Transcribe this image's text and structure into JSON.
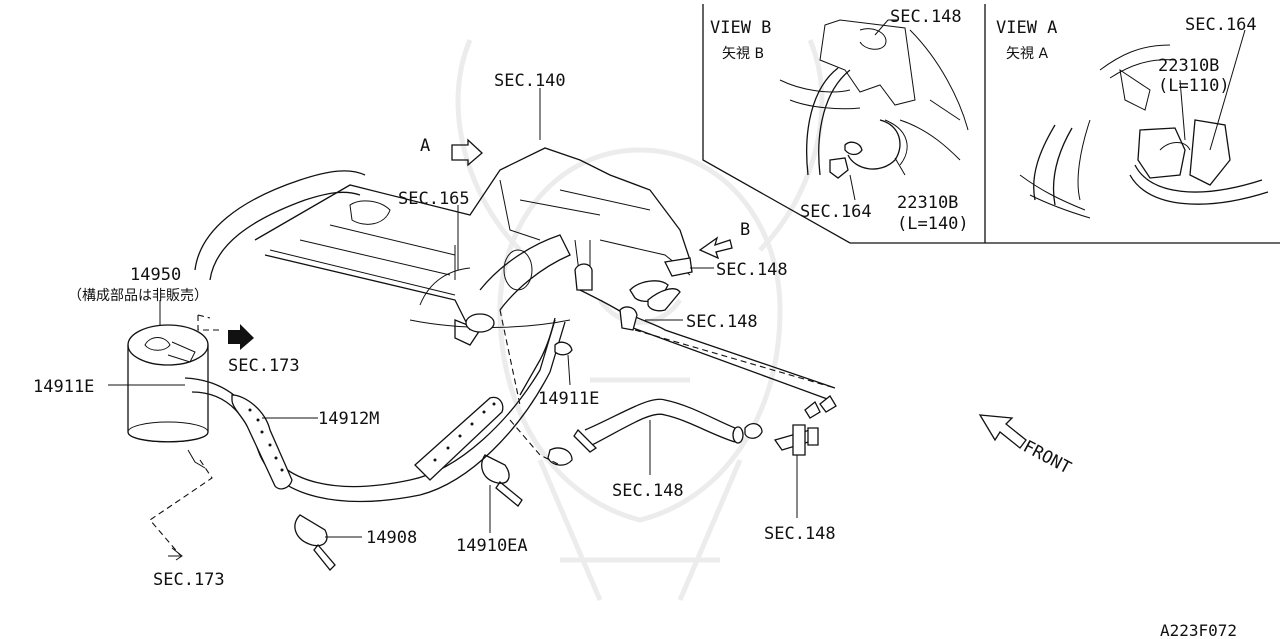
{
  "labels": {
    "sec140": "SEC.140",
    "sec165": "SEC.165",
    "view_a_marker": "A",
    "view_b_marker": "B",
    "sec148_top_right": "SEC.148",
    "sec148_mid_right": "SEC.148",
    "sec148_bottom_center": "SEC.148",
    "sec148_bottom_right": "SEC.148",
    "part_14950": "14950",
    "part_14950_note": "（構成部品は非販売）",
    "sec173_upper": "SEC.173",
    "sec173_lower": "SEC.173",
    "part_14911e_left": "14911E",
    "part_14911e_center": "14911E",
    "part_14912m": "14912M",
    "part_14908": "14908",
    "part_14910ea": "14910EA",
    "front": "FRONT",
    "drawing_number": "A223F072"
  },
  "view_b": {
    "title": "VIEW  B",
    "subtitle": "矢視  B",
    "sec148": "SEC.148",
    "sec164": "SEC.164",
    "part": "22310B",
    "length": "(L=140)"
  },
  "view_a": {
    "title": "VIEW  A",
    "subtitle": "矢視  A",
    "sec164": "SEC.164",
    "part": "22310B",
    "length": "(L=110)"
  }
}
